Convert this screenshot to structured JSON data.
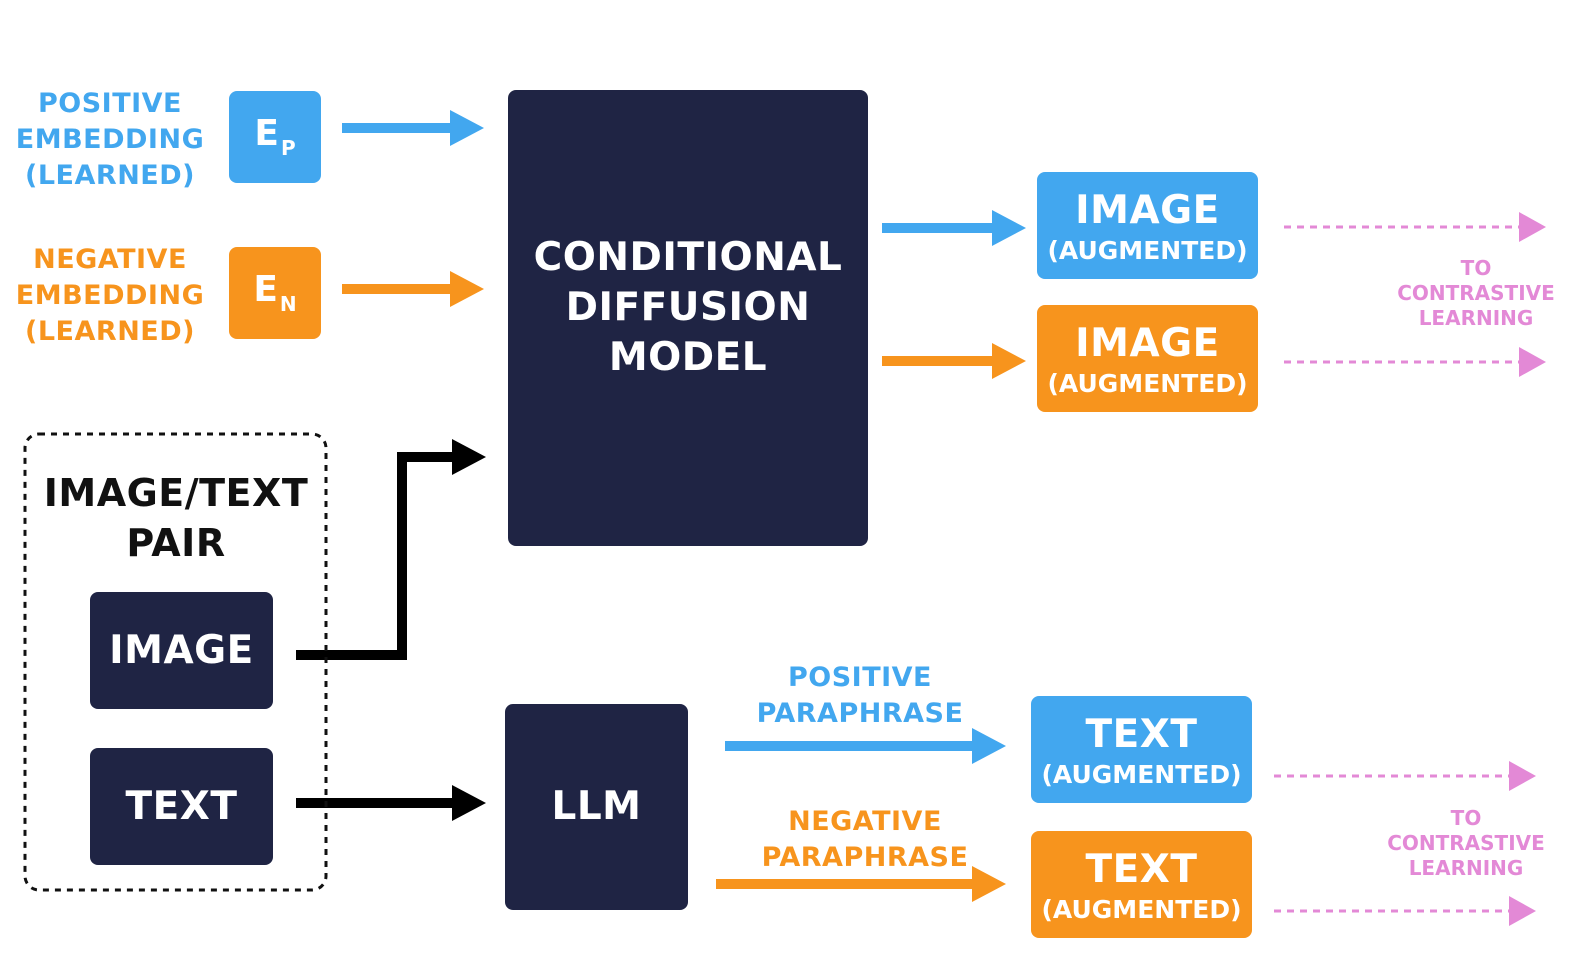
{
  "inputs": {
    "positive": {
      "lines": [
        "POSITIVE",
        "EMBEDDING",
        "(LEARNED)"
      ],
      "symbol": "E",
      "subscript": "P",
      "color": "#42a7ef"
    },
    "negative": {
      "lines": [
        "NEGATIVE",
        "EMBEDDING",
        "(LEARNED)"
      ],
      "symbol": "E",
      "subscript": "N",
      "color": "#f7941d"
    }
  },
  "pair": {
    "title_lines": [
      "IMAGE/TEXT",
      "PAIR"
    ],
    "image_label": "IMAGE",
    "text_label": "TEXT"
  },
  "models": {
    "diffusion_lines": [
      "CONDITIONAL",
      "DIFFUSION",
      "MODEL"
    ],
    "llm": "LLM",
    "color": "#1f2444"
  },
  "paraphrase": {
    "positive_lines": [
      "POSITIVE",
      "PARAPHRASE"
    ],
    "negative_lines": [
      "NEGATIVE",
      "PARAPHRASE"
    ]
  },
  "outputs": {
    "image_pos": {
      "main": "IMAGE",
      "sub": "(AUGMENTED)"
    },
    "image_neg": {
      "main": "IMAGE",
      "sub": "(AUGMENTED)"
    },
    "text_pos": {
      "main": "TEXT",
      "sub": "(AUGMENTED)"
    },
    "text_neg": {
      "main": "TEXT",
      "sub": "(AUGMENTED)"
    }
  },
  "contrastive": {
    "top_lines": [
      "TO",
      "CONTRASTIVE",
      "LEARNING"
    ],
    "bottom_lines": [
      "TO",
      "CONTRASTIVE",
      "LEARNING"
    ],
    "color": "#e389d6"
  }
}
